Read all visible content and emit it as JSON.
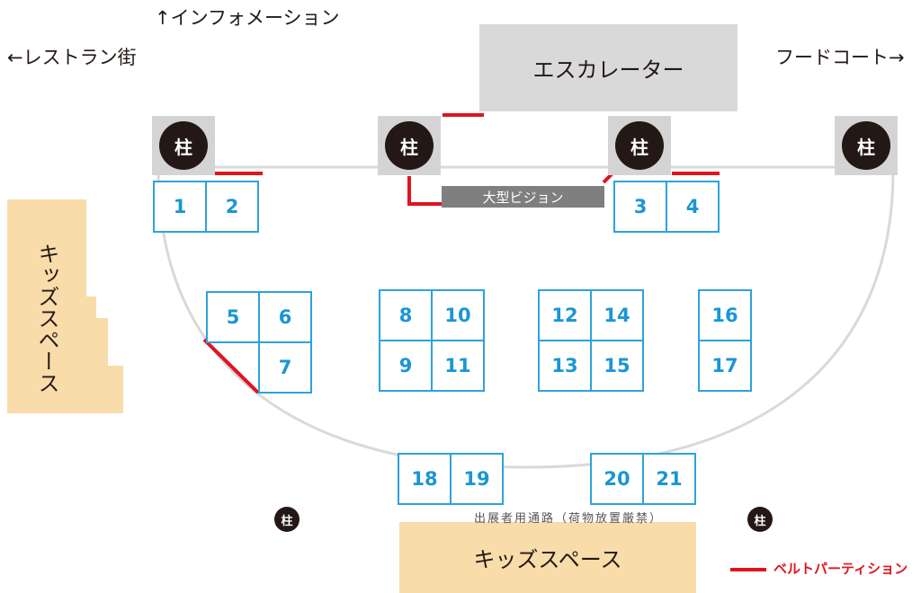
{
  "directions": {
    "info": "↑インフォメーション",
    "restaurant": "←レストラン街",
    "food_court": "フードコート→"
  },
  "escalator_label": "エスカレーター",
  "pillar_label": "柱",
  "vision_label": "大型ビジョン",
  "booths": {
    "b1": "1",
    "b2": "2",
    "b3": "3",
    "b4": "4",
    "b5": "5",
    "b6": "6",
    "b7": "7",
    "b8": "8",
    "b9": "9",
    "b10": "10",
    "b11": "11",
    "b12": "12",
    "b13": "13",
    "b14": "14",
    "b15": "15",
    "b16": "16",
    "b17": "17",
    "b18": "18",
    "b19": "19",
    "b20": "20",
    "b21": "21"
  },
  "kids_space": "キッズスペース",
  "passage_label": "出展者用通路（荷物放置厳禁）",
  "legend_label": "ベルトパーティション",
  "colors": {
    "booth_border": "#2ea2dc",
    "booth_text": "#1a96d4",
    "belt_partition": "#e0141e",
    "kids_space": "#f8dca9",
    "escalator": "#d9d9d9",
    "pillar": "#231815"
  }
}
